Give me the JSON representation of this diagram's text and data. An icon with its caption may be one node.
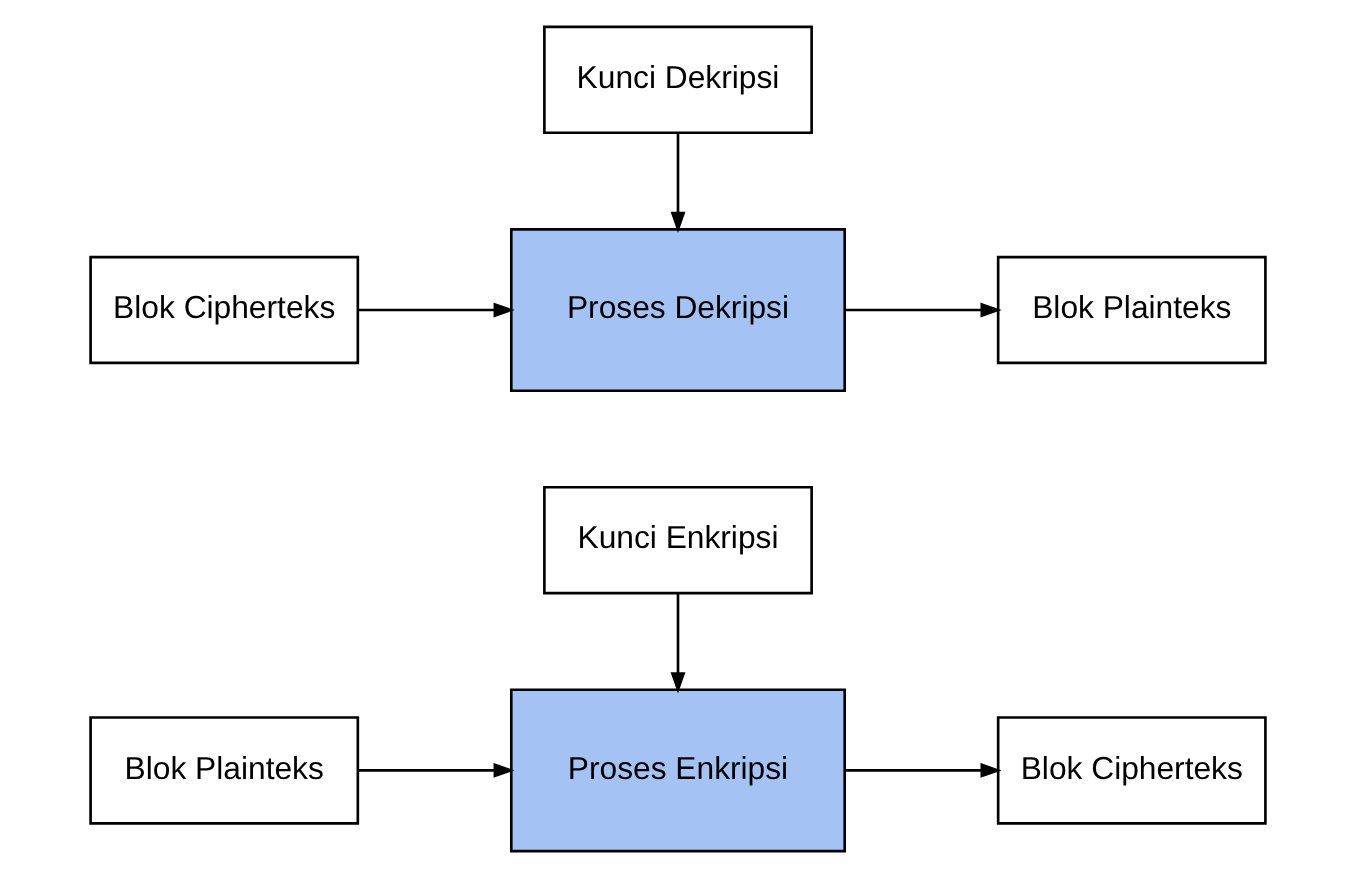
{
  "diagram": {
    "nodes": [
      {
        "text": [
          "Kunci Enkripsi"
        ]
      },
      {
        "text": [
          "Blok Plainteks"
        ]
      },
      {
        "text": [
          "Proses Enkripsi"
        ]
      },
      {
        "text": [
          "Blok Cipherteks"
        ]
      },
      {
        "text": [
          "Kunci Dekripsi"
        ]
      },
      {
        "text": [
          "Blok Cipherteks"
        ]
      },
      {
        "text": [
          "Proses Dekripsi"
        ]
      },
      {
        "text": [
          "Blok Plainteks"
        ]
      }
    ],
    "edges": [
      {
        "from": 0,
        "to": 2,
        "arrow": "to"
      },
      {
        "from": 1,
        "to": 2,
        "arrow": "to"
      },
      {
        "from": 2,
        "to": 3,
        "arrow": "to"
      },
      {
        "from": 4,
        "to": 6,
        "arrow": "to"
      },
      {
        "from": 5,
        "to": 6,
        "arrow": "to"
      },
      {
        "from": 6,
        "to": 7,
        "arrow": "to"
      }
    ]
  }
}
